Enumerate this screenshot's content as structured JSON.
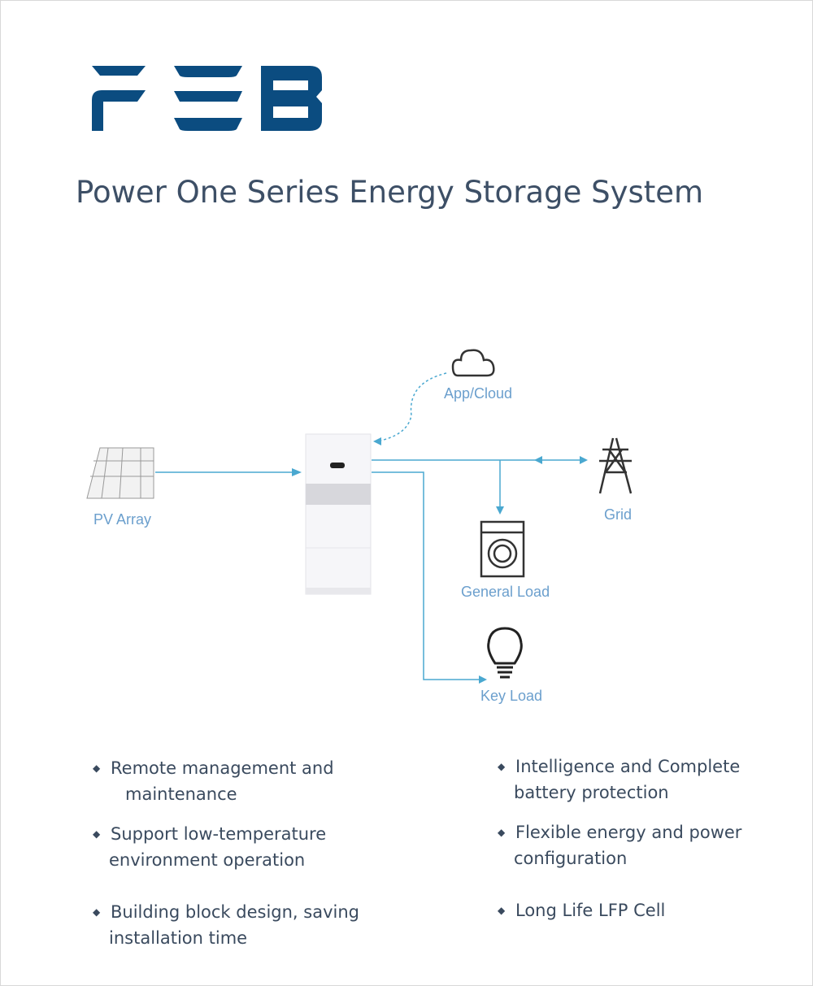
{
  "logo": {
    "text": "FEB",
    "color": "#0b4c80"
  },
  "title": "Power One Series Energy Storage System",
  "diagram": {
    "line_color": "#4aa8d0",
    "labels": {
      "cloud": "App/Cloud",
      "pv": "PV Array",
      "grid": "Grid",
      "general_load": "General Load",
      "key_load": "Key Load"
    }
  },
  "features": {
    "left": [
      {
        "line1": "Remote management and",
        "line2": "maintenance"
      },
      {
        "line1": "Support low-temperature",
        "line2": "environment operation"
      },
      {
        "line1": "Building block design, saving",
        "line2": "installation time"
      }
    ],
    "right": [
      {
        "line1": "Intelligence and Complete",
        "line2": "battery protection"
      },
      {
        "line1": "Flexible energy and power",
        "line2": "configuration"
      },
      {
        "line1": "Long Life LFP Cell",
        "line2": ""
      }
    ]
  }
}
